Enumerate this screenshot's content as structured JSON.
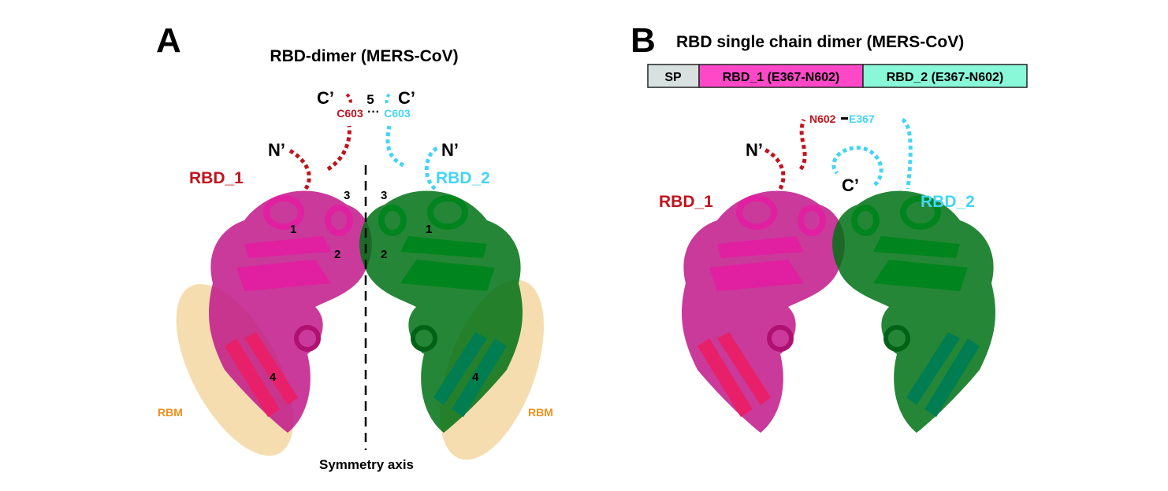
{
  "panel_a": {
    "letter": "A",
    "title": "RBD-dimer (MERS-CoV)",
    "rbd1_label": "RBD_1",
    "rbd2_label": "RBD_2",
    "c_term_left": "C’",
    "c_term_right": "C’",
    "n_term_left": "N’",
    "n_term_right": "N’",
    "c603_left": "C603",
    "c603_right": "C603",
    "link_dots": "···",
    "num5": "5",
    "num1_left": "1",
    "num2_left": "2",
    "num3_left": "3",
    "num4_left": "4",
    "num1_right": "1",
    "num2_right": "2",
    "num3_right": "3",
    "num4_right": "4",
    "rbm_left": "RBM",
    "rbm_right": "RBM",
    "axis_label": "Symmetry axis"
  },
  "panel_b": {
    "letter": "B",
    "title": "RBD single chain dimer (MERS-CoV)",
    "construct": [
      {
        "label": "SP",
        "color": "#d8e0e0"
      },
      {
        "label": "RBD_1 (E367-N602)",
        "color": "#ff48c8"
      },
      {
        "label": "RBD_2 (E367-N602)",
        "color": "#88f8d8"
      }
    ],
    "n602": "N602",
    "e367": "E367",
    "n_term": "N’",
    "c_term": "C’",
    "rbd1_label": "RBD_1",
    "rbd2_label": "RBD_2"
  },
  "colors": {
    "red": "#c0141e",
    "cyan": "#45d4f5",
    "magenta": "#c0188a",
    "teal": "#4fc4a8",
    "rbm": "#f0901e",
    "rbm_fill": "#f5ddb0"
  }
}
